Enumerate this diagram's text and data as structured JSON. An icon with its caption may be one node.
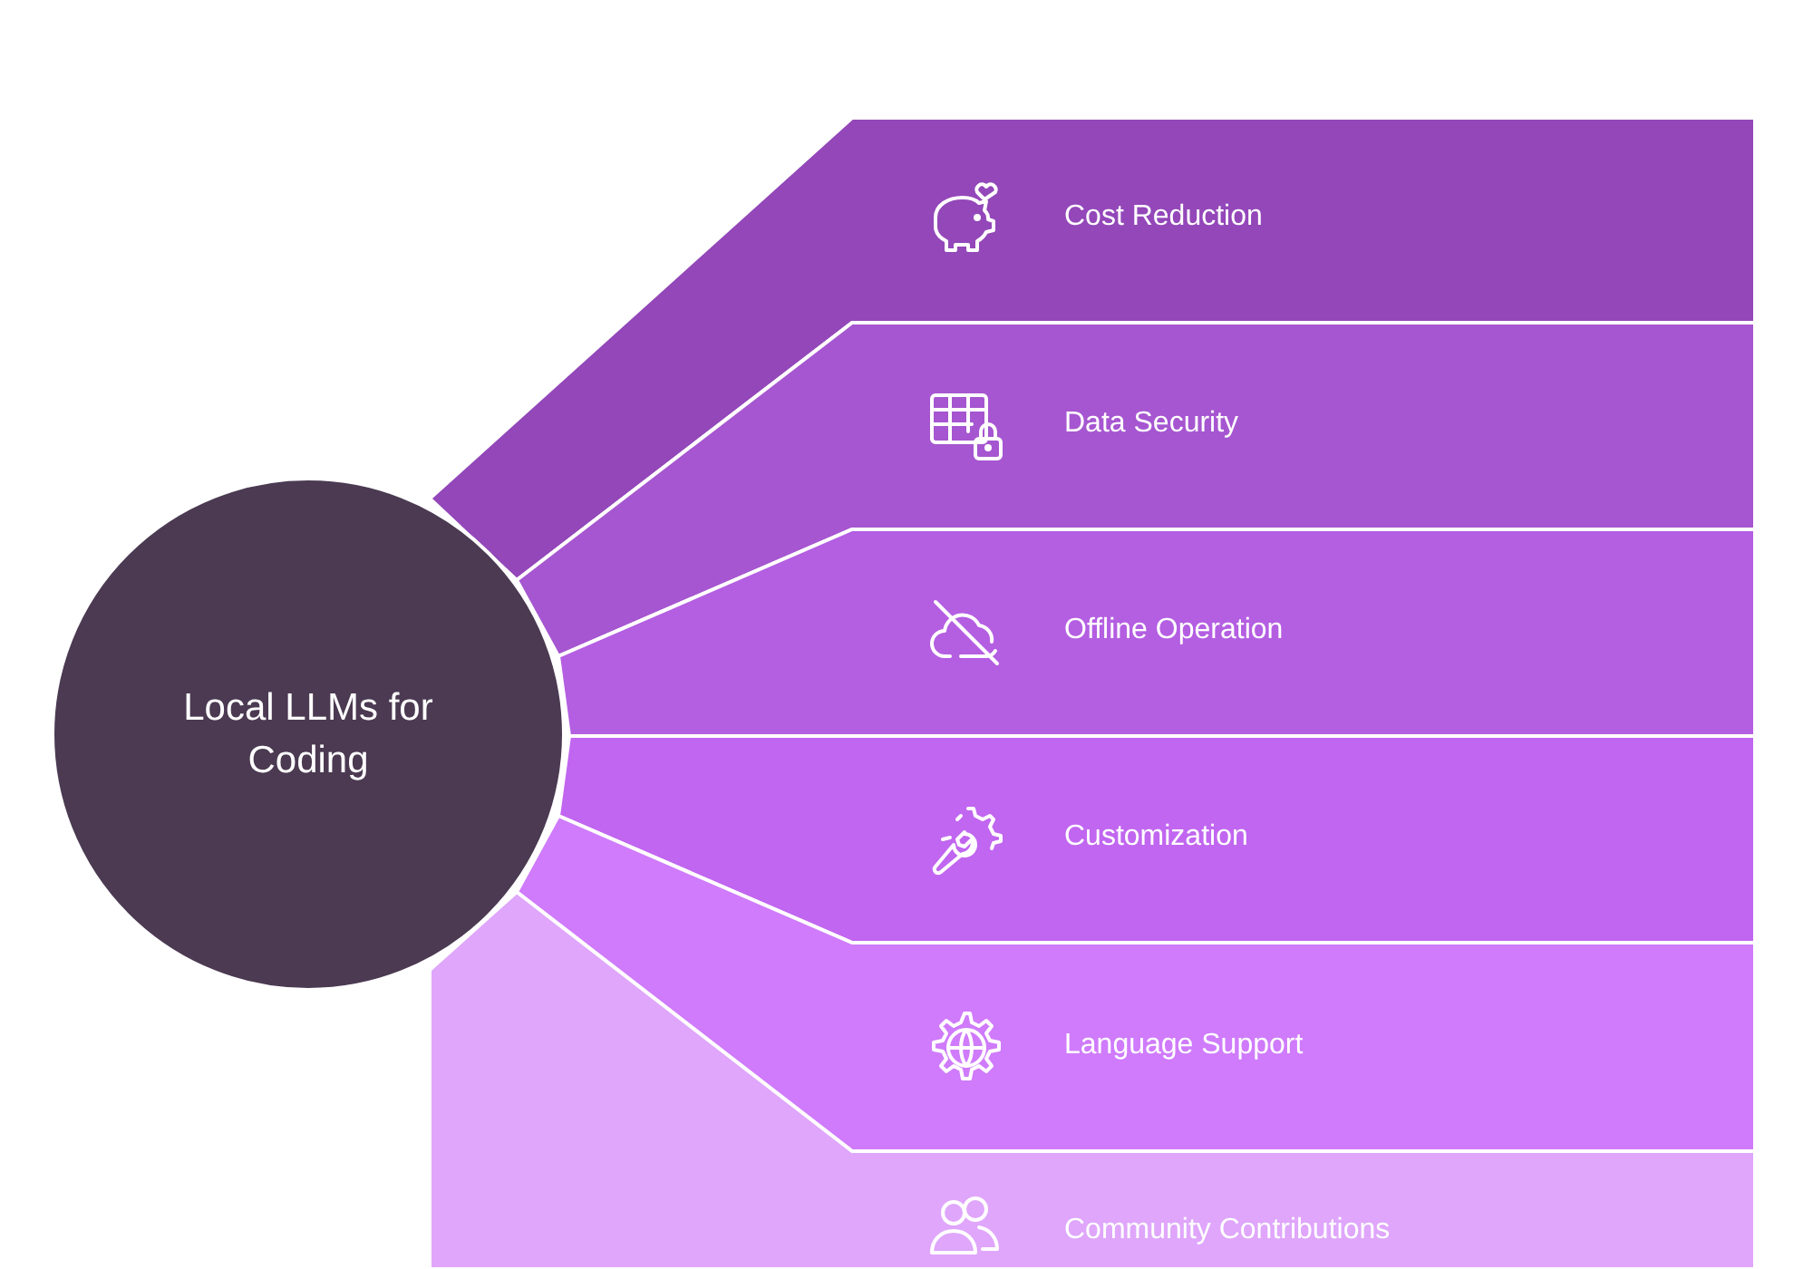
{
  "diagram": {
    "nodes": [
      {
        "text": [
          "Local LLMs for Coding"
        ]
      },
      {
        "text": [
          "Cost Reduction"
        ]
      },
      {
        "text": [
          "Data Security"
        ]
      },
      {
        "text": [
          "Offline Operation"
        ]
      },
      {
        "text": [
          "Customization"
        ]
      },
      {
        "text": [
          "Language Support"
        ]
      },
      {
        "text": [
          "Community Contributions"
        ]
      }
    ]
  }
}
